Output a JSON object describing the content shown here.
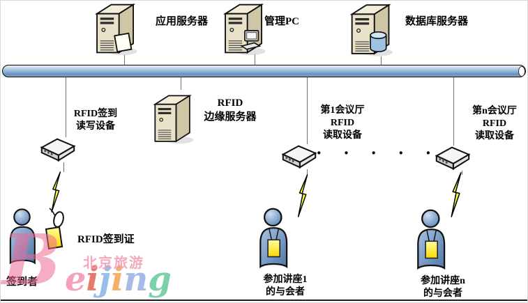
{
  "servers": {
    "app": {
      "label": "应用服务器"
    },
    "mgmt": {
      "label": "管理PC"
    },
    "db": {
      "label": "数据库服务器"
    }
  },
  "edge_server": {
    "line1": "RFID",
    "line2": "边缘服务器"
  },
  "readers": {
    "signin": {
      "line1": "RFID签到",
      "line2": "读写设备"
    },
    "hall1": {
      "line1": "第1会议厅",
      "line2": "RFID",
      "line3": "读取设备"
    },
    "halln": {
      "line1": "第n会议厅",
      "line2": "RFID",
      "line3": "读取设备"
    }
  },
  "ellipsis": "· · · · ·",
  "badge_label": "RFID签到证",
  "people": {
    "signer": {
      "label": "签到者"
    },
    "attendee1": {
      "line1": "参加讲座1",
      "line2": "的与会者"
    },
    "attendeen": {
      "line1": "参加讲座n",
      "line2": "的与会者"
    }
  },
  "watermark": {
    "cn": "北京旅游",
    "big": {
      "char": "B",
      "style": "color:rgba(236,106,148,0.55)"
    },
    "letters": [
      {
        "char": "e",
        "style": "color:rgba(242,130,165,0.75)"
      },
      {
        "char": "i",
        "style": "color:rgba(224,78,58,0.75)"
      },
      {
        "char": "j",
        "style": "color:rgba(128,174,226,0.8)"
      },
      {
        "char": "i",
        "style": "color:rgba(240,158,68,0.8)"
      },
      {
        "char": "n",
        "style": "color:rgba(148,168,224,0.8)"
      },
      {
        "char": "g",
        "style": "color:rgba(92,198,148,0.8)"
      }
    ],
    "cn_color": "#f29ab2"
  },
  "colors": {
    "bus_blue": "#6690bd",
    "server_beige": "#e9e2c9",
    "person_blue": "#5b84b8",
    "badge_yellow": "#ffe11a",
    "bolt_yellow": "#ffff2b",
    "database_blue": "#9cc3e0"
  }
}
